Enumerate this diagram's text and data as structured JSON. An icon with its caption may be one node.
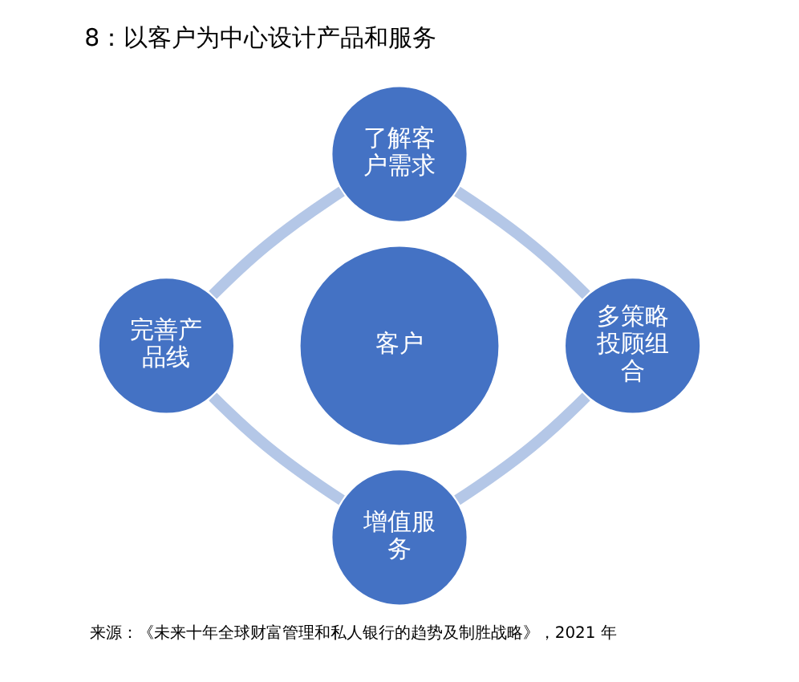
{
  "diagram": {
    "title": "8：以客户为中心设计产品和服务",
    "caption": "来源：《未来十年全球财富管理和私人银行的趋势及制胜战略》，2021 年",
    "nodes": [
      {
        "text": [
          "了解客户需求"
        ]
      },
      {
        "text": [
          "完善产品线"
        ]
      },
      {
        "text": [
          "客户"
        ]
      },
      {
        "text": [
          "多策略投顾组合"
        ]
      },
      {
        "text": [
          "增值服务"
        ]
      }
    ],
    "edges": [
      {
        "from": 0,
        "to": 3,
        "arrow": "none"
      },
      {
        "from": 3,
        "to": 4,
        "arrow": "none"
      },
      {
        "from": 4,
        "to": 1,
        "arrow": "none"
      },
      {
        "from": 1,
        "to": 0,
        "arrow": "none"
      }
    ]
  }
}
